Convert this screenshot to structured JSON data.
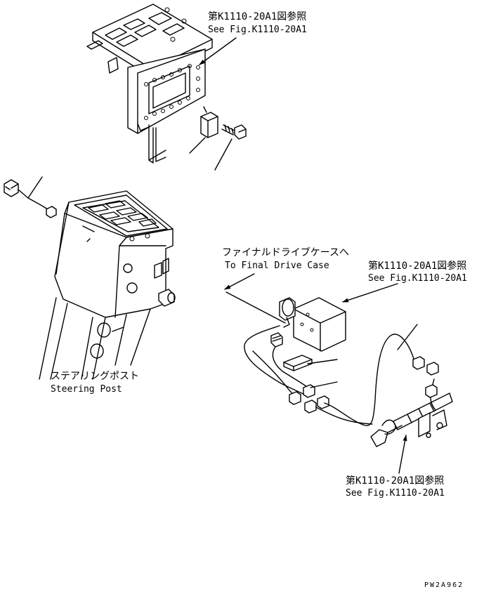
{
  "callouts": {
    "top_bracket": {
      "jp": "第K1110-20A1図参照",
      "en": "See Fig.K1110-20A1"
    },
    "final_drive": {
      "jp": "ファイナルドライブケースへ",
      "en": "To Final Drive Case"
    },
    "valve_block": {
      "jp": "第K1110-20A1図参照",
      "en": "See Fig.K1110-20A1"
    },
    "steering_post": {
      "jp": "ステアリングポスト",
      "en": "Steering Post"
    },
    "harness": {
      "jp": "第K1110-20A1図参照",
      "en": "See Fig.K1110-20A1"
    }
  },
  "drawing_code": "PW2A962"
}
